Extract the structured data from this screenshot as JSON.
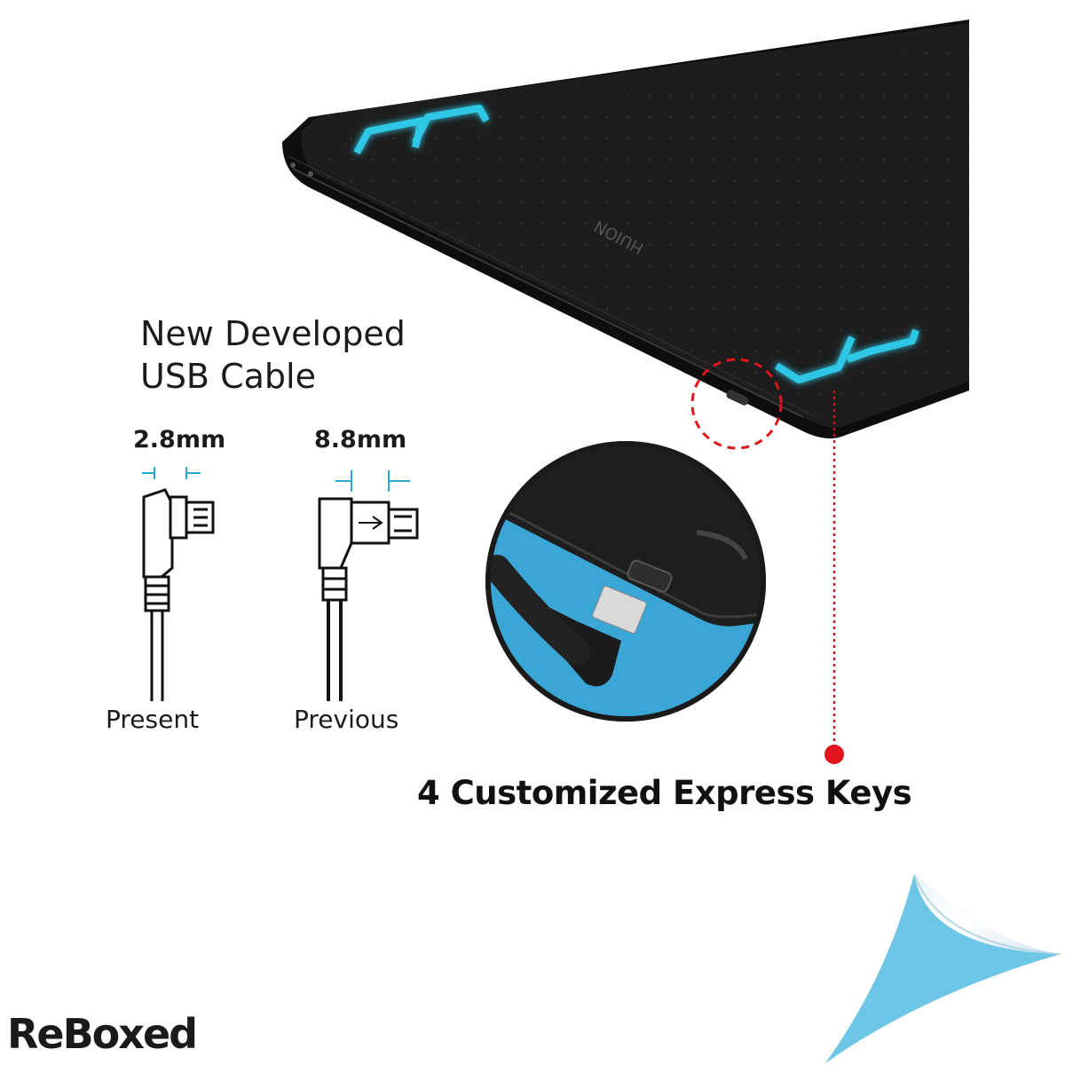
{
  "feature": {
    "heading_line1": "New Developed",
    "heading_line2": "USB Cable"
  },
  "cables": [
    {
      "width_label": "2.8mm",
      "name": "Present"
    },
    {
      "width_label": "8.8mm",
      "name": "Previous"
    }
  ],
  "tablet": {
    "brand_mark": "HUION",
    "keys_label": "4 Customized Express Keys"
  },
  "branding": {
    "logo_text": "ReBoxed"
  },
  "colors": {
    "glow": "#2ec8e6",
    "accent_red": "#e0141c",
    "callout_blue": "#3aa6d6",
    "peel_blue": "#6ec6e6",
    "tablet_body": "#1a1a1a"
  }
}
